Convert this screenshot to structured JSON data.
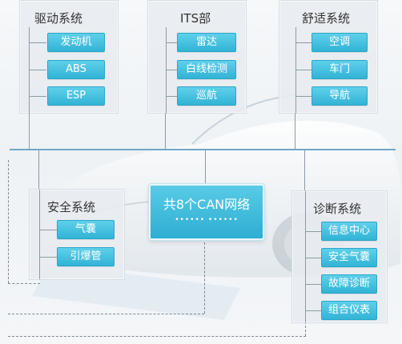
{
  "groups": {
    "drive": {
      "title": "驱动系统",
      "items": [
        "发动机",
        "ABS",
        "ESP"
      ]
    },
    "its": {
      "title": "ITS部",
      "items": [
        "雷达",
        "白线检测",
        "巡航"
      ]
    },
    "comfort": {
      "title": "舒适系统",
      "items": [
        "空调",
        "车门",
        "导航"
      ]
    },
    "safety": {
      "title": "安全系统",
      "items": [
        "气囊",
        "引爆管"
      ]
    },
    "diagnosis": {
      "title": "诊断系统",
      "items": [
        "信息中心",
        "安全气囊",
        "故障诊断",
        "组合仪表"
      ]
    }
  },
  "center": {
    "title": "共8个CAN网络",
    "dots": "•••••• ••••••"
  },
  "colors": {
    "button": "#3bb8da",
    "background": "#eef2f5",
    "line": "#8e9aa6"
  }
}
